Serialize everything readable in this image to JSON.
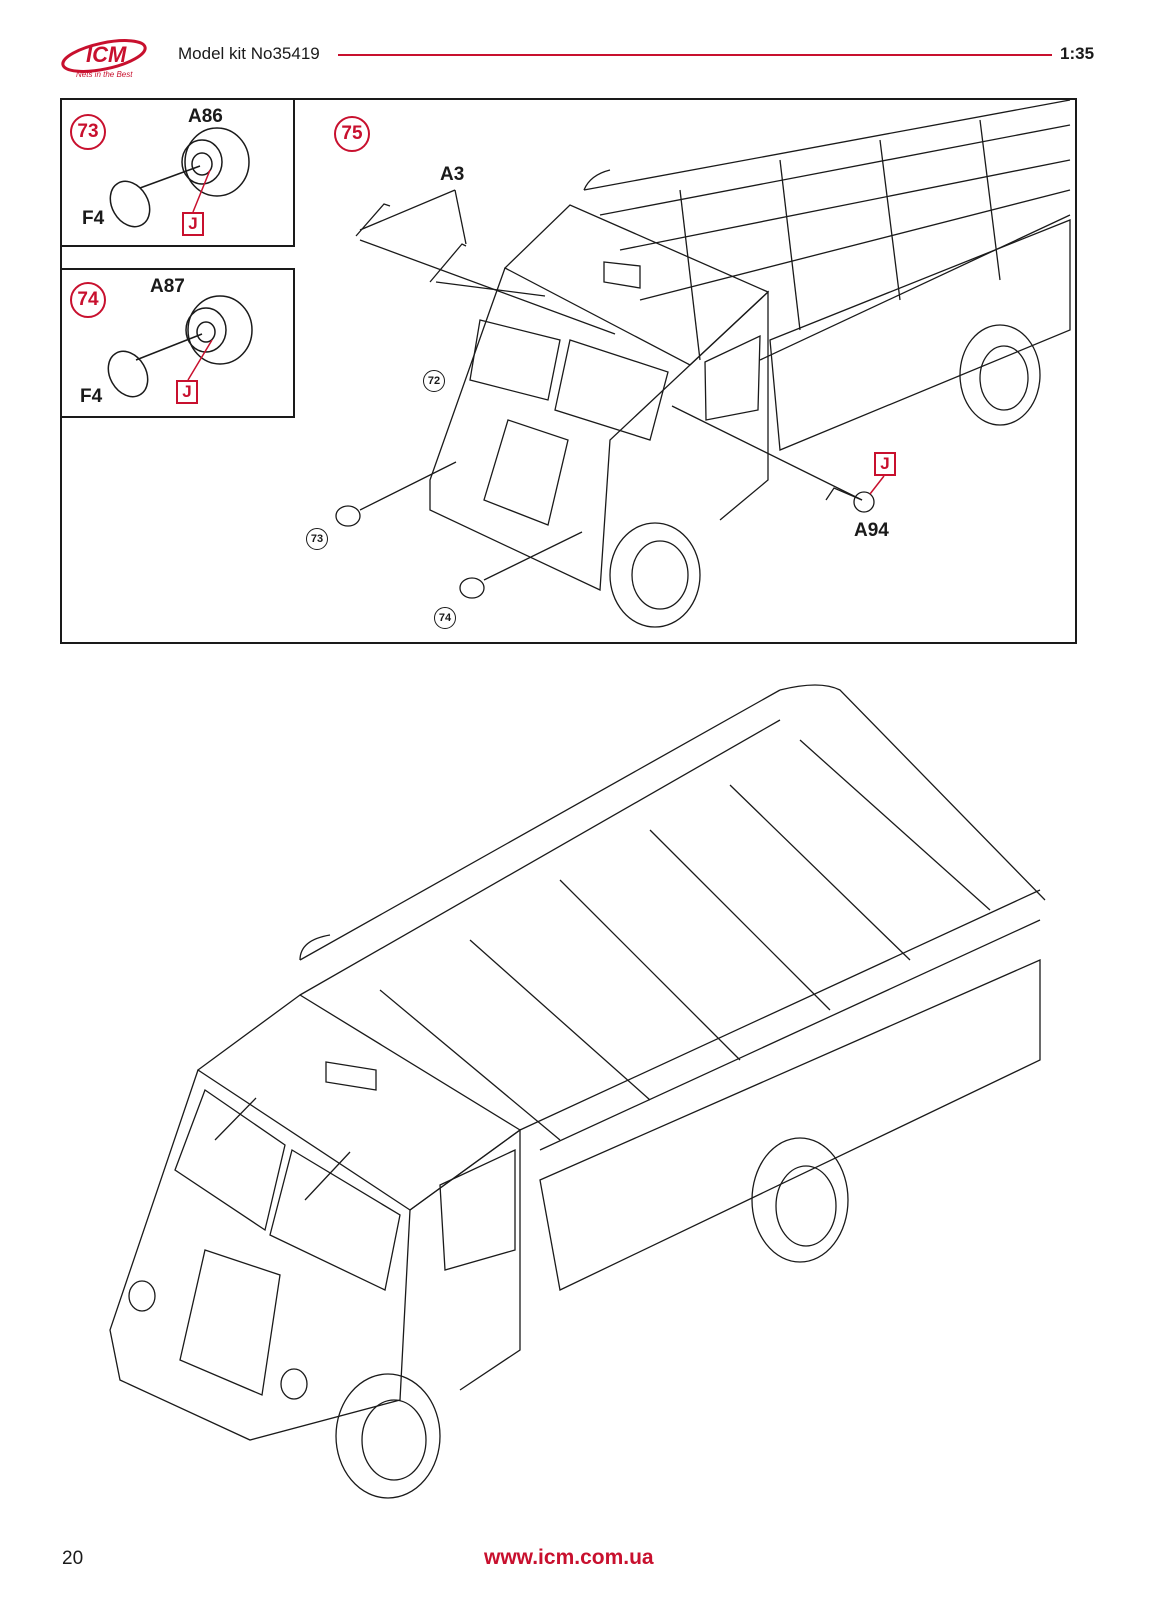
{
  "header": {
    "logo_text": "ICM",
    "logo_tagline": "Nets in the Best",
    "title": "Model kit No35419",
    "scale": "1:35"
  },
  "colors": {
    "accent": "#c8102e",
    "line": "#1a1a1a"
  },
  "steps": [
    {
      "number": "73",
      "parts": {
        "main": "A86",
        "cap": "F4",
        "paint": "J"
      }
    },
    {
      "number": "74",
      "parts": {
        "main": "A87",
        "cap": "F4",
        "paint": "J"
      }
    },
    {
      "number": "75",
      "parts": {
        "wipers": "A3",
        "handle": "A94",
        "paint": "J"
      },
      "refs": [
        "72",
        "73",
        "74"
      ]
    }
  ],
  "footer": {
    "page_number": "20",
    "url": "www.icm.com.ua"
  }
}
